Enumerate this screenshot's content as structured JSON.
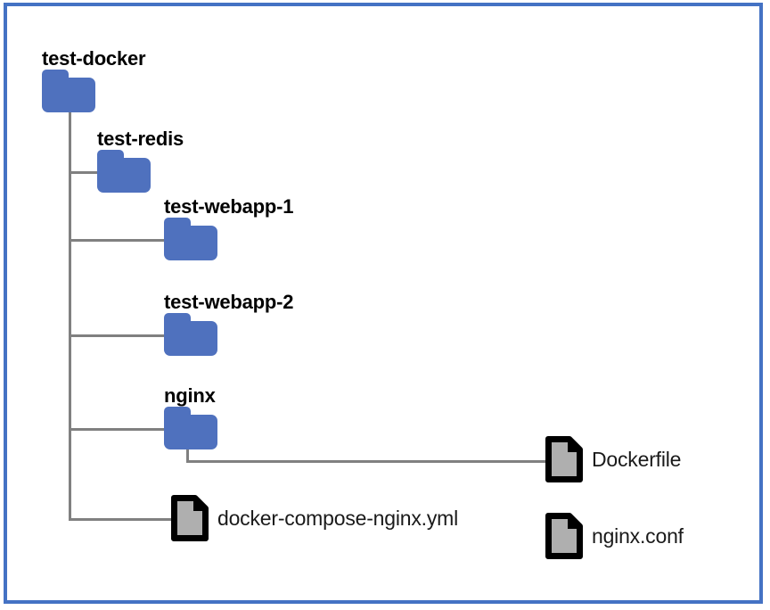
{
  "diagram": {
    "title": "test-docker folder tree",
    "frame_color": "#4472c4",
    "background": "#ffffff",
    "folder_color": "#4f71be",
    "file_fill_color": "#afafaf",
    "file_outline_color": "#000000",
    "connector_color": "#808080",
    "icons": {
      "folder": "folder-icon",
      "file": "file-icon"
    },
    "nodes": [
      {
        "id": "test-docker",
        "label": "test-docker",
        "type": "folder",
        "depth": 0
      },
      {
        "id": "test-redis",
        "label": "test-redis",
        "type": "folder",
        "depth": 1
      },
      {
        "id": "test-webapp-1",
        "label": "test-webapp-1",
        "type": "folder",
        "depth": 1
      },
      {
        "id": "test-webapp-2",
        "label": "test-webapp-2",
        "type": "folder",
        "depth": 1
      },
      {
        "id": "nginx",
        "label": "nginx",
        "type": "folder",
        "depth": 1
      },
      {
        "id": "dockerfile",
        "label": "Dockerfile",
        "type": "file",
        "depth": 2
      },
      {
        "id": "docker-compose-nginx-yml",
        "label": "docker-compose-nginx.yml",
        "type": "file",
        "depth": 1
      },
      {
        "id": "nginx-conf",
        "label": "nginx.conf",
        "type": "file",
        "depth": 2
      }
    ]
  }
}
